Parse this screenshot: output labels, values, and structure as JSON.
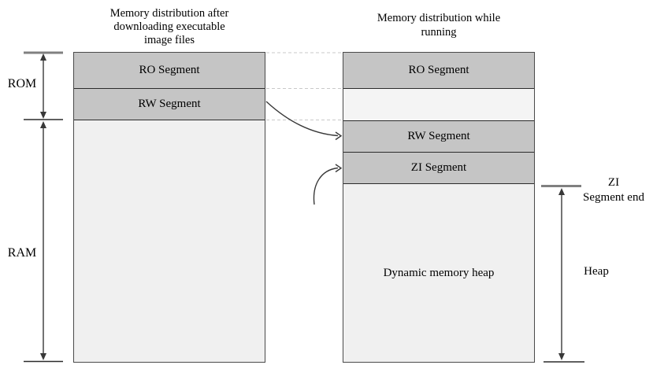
{
  "diagram": {
    "title_left": {
      "lines": [
        "Memory distribution after",
        "downloading executable",
        "image files"
      ]
    },
    "title_right": {
      "lines": [
        "Memory distribution while",
        "running"
      ]
    },
    "left_column": {
      "segments": [
        {
          "label": "RO Segment"
        },
        {
          "label": "RW Segment"
        }
      ]
    },
    "right_column": {
      "segments": [
        {
          "label": "RO Segment"
        },
        {
          "label": "RW Segment"
        },
        {
          "label": "ZI Segment"
        }
      ],
      "heap_label": "Dynamic memory heap"
    },
    "measures": {
      "rom": "ROM",
      "ram": "RAM",
      "heap": "Heap",
      "zi_end": {
        "lines": [
          "ZI",
          "Segment end"
        ]
      }
    }
  },
  "colors": {
    "background": "#ffffff",
    "segment-fill": "#c5c5c5",
    "light-fill": "#f0f0f0",
    "gap-fill": "#f4f4f4",
    "border": "#4a4a4a",
    "inner-border": "#2b2b2b",
    "tick-gray": "#808080",
    "dashed-line": "#c9c9c9",
    "arrow": "#383838",
    "text": "#000000"
  }
}
